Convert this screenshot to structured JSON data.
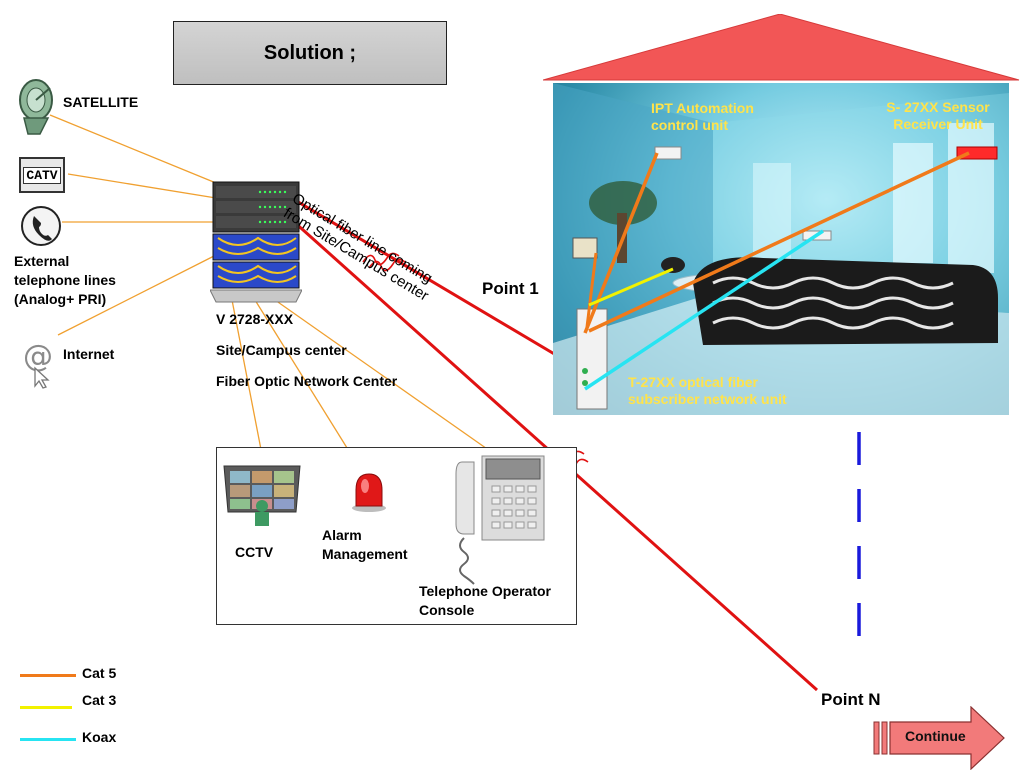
{
  "title": "Solution ;",
  "sources": {
    "satellite": "SATELLITE",
    "telephone_lines": [
      "External",
      "telephone lines",
      "(Analog+ PRI)"
    ],
    "internet": "Internet",
    "catv_text": "CATV"
  },
  "center": {
    "model": "V 2728-XXX",
    "site": "Site/Campus center",
    "network": "Fiber Optic Network Center"
  },
  "fiber_note": [
    "Optical fiber line coming",
    "from Site/Campus center"
  ],
  "room": {
    "ipt": [
      "IPT Automation",
      "control unit"
    ],
    "sensor": [
      "S- 27XX Sensor",
      "Receiver Unit"
    ],
    "subscriber": [
      "T-27XX optical fiber",
      "subscriber network unit"
    ]
  },
  "points": {
    "first": "Point 1",
    "last": "Point N"
  },
  "services": {
    "cctv": "CCTV",
    "alarm": [
      "Alarm",
      "Management"
    ],
    "console": [
      "Telephone Operator",
      "Console"
    ]
  },
  "legend": [
    {
      "label": "Cat 5",
      "color": "#f07a1a"
    },
    {
      "label": "Cat 3",
      "color": "#f2f200"
    },
    {
      "label": "Koax",
      "color": "#27e4f2"
    }
  ],
  "colors": {
    "fiber": "#e01212",
    "connector": "#f0a030",
    "roof": "#f25656",
    "dashes": "#1a1adc"
  },
  "continue_label": "Continue"
}
